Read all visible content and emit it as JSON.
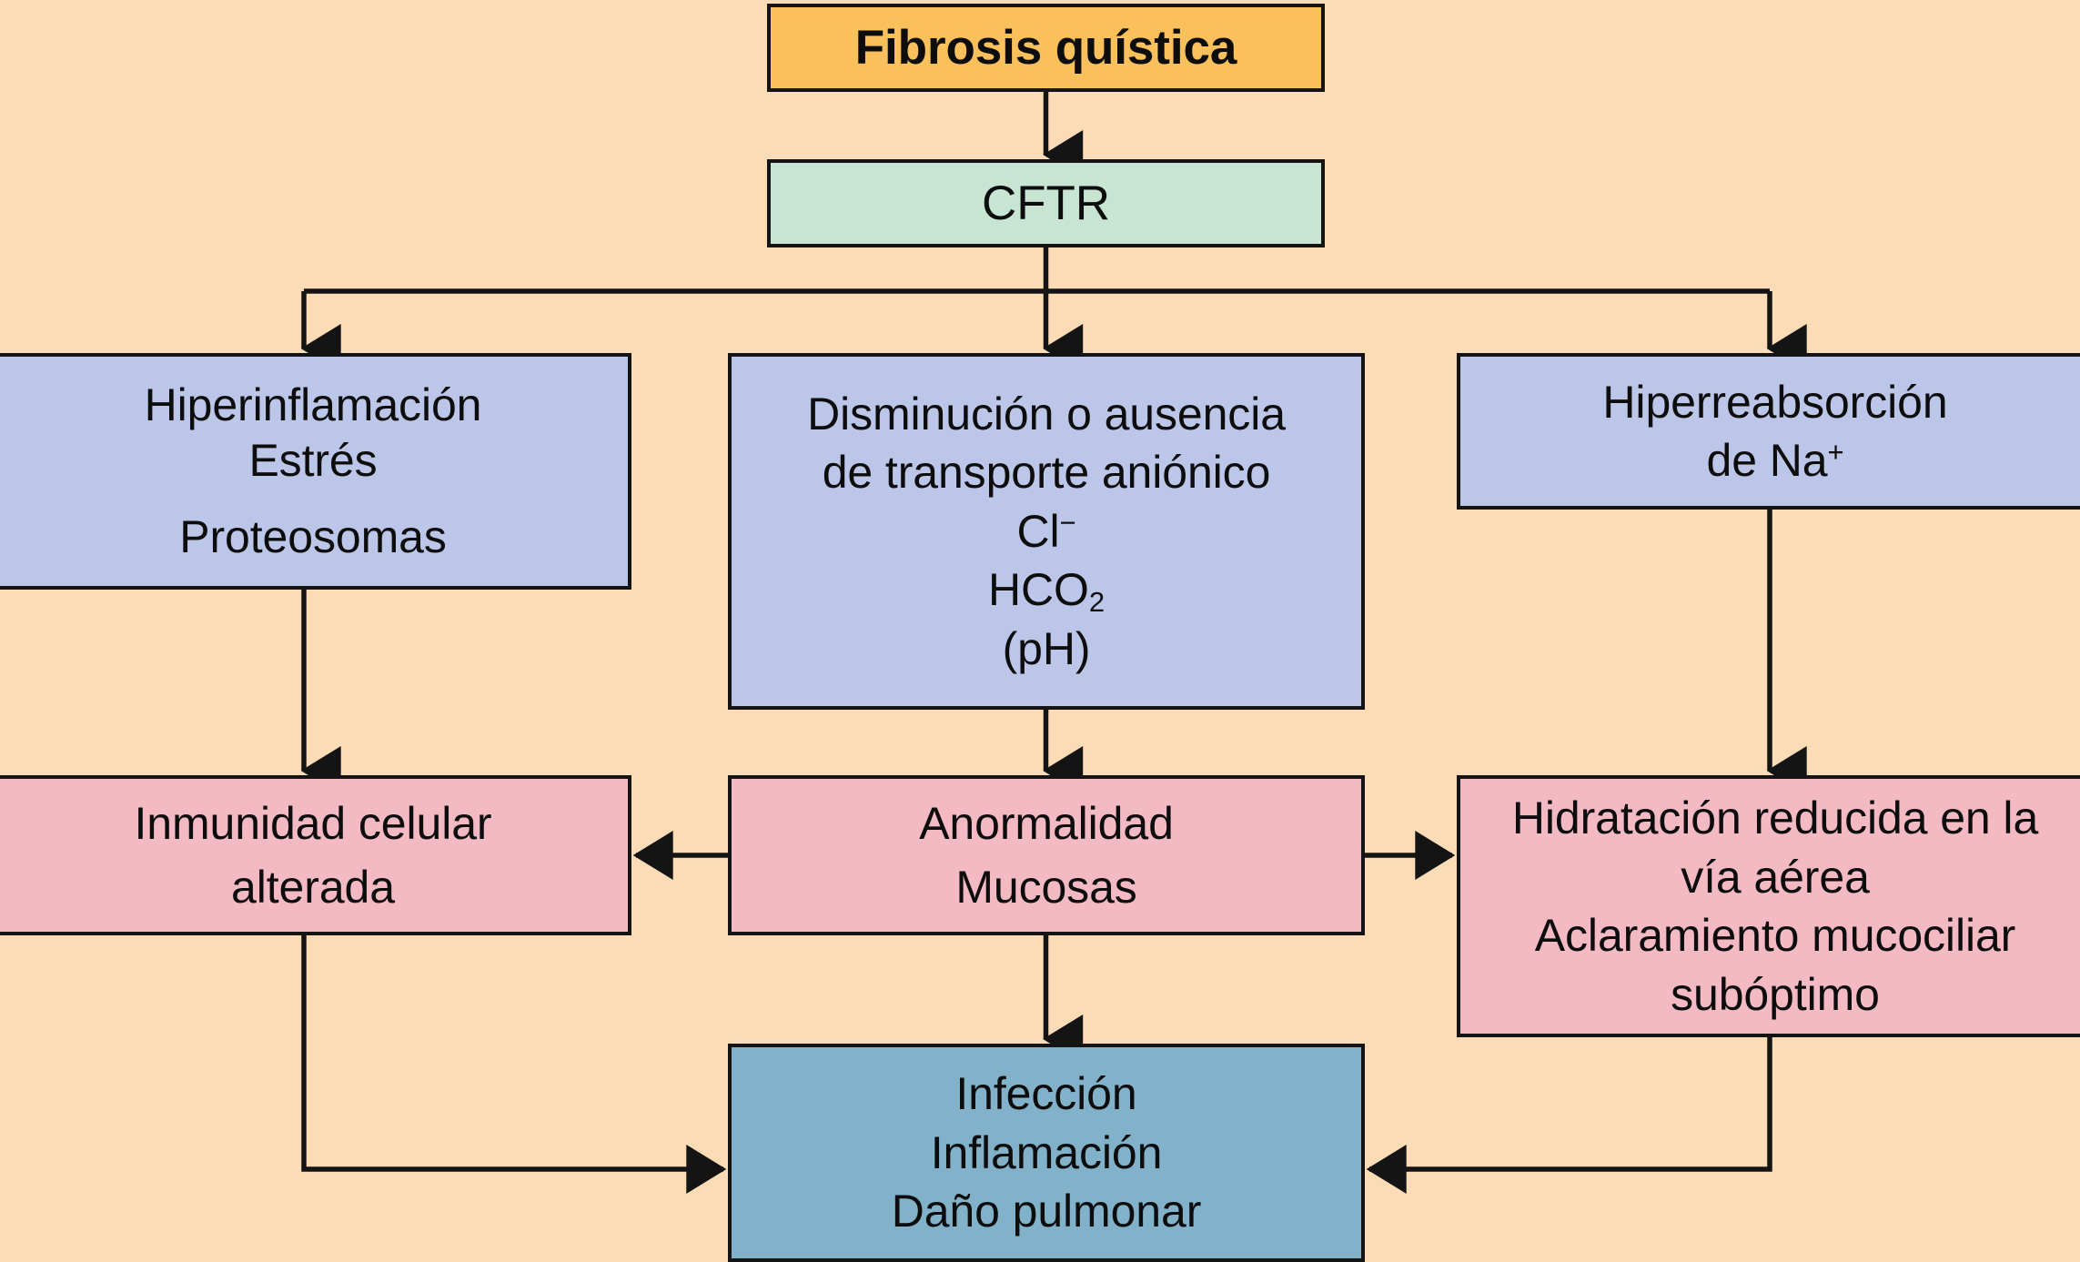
{
  "diagram": {
    "type": "flowchart",
    "title": "Fibrosis quística",
    "background_color": "#fbdcb6",
    "edge_color": "#141414",
    "nodes": [
      {
        "id": "fibrosis",
        "label": "Fibrosis quística",
        "lines": [
          "Fibrosis quística"
        ],
        "color": "#f9c05b",
        "bold": true,
        "level": 0
      },
      {
        "id": "cftr",
        "label": "CFTR",
        "lines": [
          "CFTR"
        ],
        "color": "#c8e5d3",
        "bold": false,
        "level": 1
      },
      {
        "id": "hiperinflamacion",
        "label": "Hiperinflamación Estrés Proteosomas",
        "lines": [
          "Hiperinflamación",
          "Estrés",
          "Proteosomas"
        ],
        "color": "#bcc6e8",
        "bold": false,
        "level": 2
      },
      {
        "id": "disminucion",
        "label": "Disminución o ausencia de transporte aniónico",
        "lines": [
          "Disminución o ausencia",
          "de transporte aniónico",
          "Cl−",
          "HCO2",
          "(pH)"
        ],
        "color": "#bcc6e8",
        "bold": false,
        "level": 2
      },
      {
        "id": "hiperreabsorcion",
        "label": "Hiperreabsorción de Na+",
        "lines": [
          "Hiperreabsorción",
          "de Na+"
        ],
        "color": "#bcc6e8",
        "bold": false,
        "level": 2
      },
      {
        "id": "inmunidad",
        "label": "Inmunidad celular alterada",
        "lines": [
          "Inmunidad celular",
          "alterada"
        ],
        "color": "#f3bac3",
        "bold": false,
        "level": 3
      },
      {
        "id": "anormalidad",
        "label": "Anormalidad Mucosas",
        "lines": [
          "Anormalidad",
          "Mucosas"
        ],
        "color": "#f3bac3",
        "bold": false,
        "level": 3
      },
      {
        "id": "hidratacion",
        "label": "Hidratación reducida en la vía aérea. Aclaramiento mucociliar subóptimo",
        "lines": [
          "Hidratación reducida en la",
          "vía aérea",
          "Aclaramiento mucociliar",
          "subóptimo"
        ],
        "color": "#f3bac3",
        "bold": false,
        "level": 3
      },
      {
        "id": "infeccion",
        "label": "Infección Inflamación Daño pulmonar",
        "lines": [
          "Infección",
          "Inflamación",
          "Daño pulmonar"
        ],
        "color": "#81b2c9",
        "bold": false,
        "level": 4
      }
    ],
    "edges": [
      {
        "from": "fibrosis",
        "to": "cftr",
        "style": "straight-down"
      },
      {
        "from": "cftr",
        "to": "hiperinflamacion",
        "style": "elbow-left"
      },
      {
        "from": "cftr",
        "to": "disminucion",
        "style": "straight-down"
      },
      {
        "from": "cftr",
        "to": "hiperreabsorcion",
        "style": "elbow-right"
      },
      {
        "from": "hiperinflamacion",
        "to": "inmunidad",
        "style": "straight-down"
      },
      {
        "from": "disminucion",
        "to": "anormalidad",
        "style": "straight-down"
      },
      {
        "from": "hiperreabsorcion",
        "to": "hidratacion",
        "style": "straight-down"
      },
      {
        "from": "anormalidad",
        "to": "inmunidad",
        "style": "straight-left"
      },
      {
        "from": "anormalidad",
        "to": "hidratacion",
        "style": "straight-right"
      },
      {
        "from": "anormalidad",
        "to": "infeccion",
        "style": "straight-down"
      },
      {
        "from": "inmunidad",
        "to": "infeccion",
        "style": "elbow-down-right"
      },
      {
        "from": "hidratacion",
        "to": "infeccion",
        "style": "elbow-down-left"
      }
    ]
  },
  "node_text": {
    "fibrosis": {
      "l0": "Fibrosis quística"
    },
    "cftr": {
      "l0": "CFTR"
    },
    "hiperinflamacion": {
      "l0": "Hiperinflamación",
      "l1": "Estrés",
      "l2": "Proteosomas"
    },
    "disminucion": {
      "l0": "Disminución o ausencia",
      "l1": "de transporte aniónico",
      "l2_base": "Cl",
      "l2_sup": "−",
      "l3_base": "HCO",
      "l3_sub": "2",
      "l4": "(pH)"
    },
    "hiperreabsorcion": {
      "l0": "Hiperreabsorción",
      "l1_base": "de Na",
      "l1_sup": "+"
    },
    "inmunidad": {
      "l0": "Inmunidad celular",
      "l1": "alterada"
    },
    "anormalidad": {
      "l0": "Anormalidad",
      "l1": "Mucosas"
    },
    "hidratacion": {
      "l0": "Hidratación reducida en la",
      "l1": "vía aérea",
      "l2": "Aclaramiento mucociliar",
      "l3": "subóptimo"
    },
    "infeccion": {
      "l0": "Infección",
      "l1": "Inflamación",
      "l2": "Daño pulmonar"
    }
  }
}
